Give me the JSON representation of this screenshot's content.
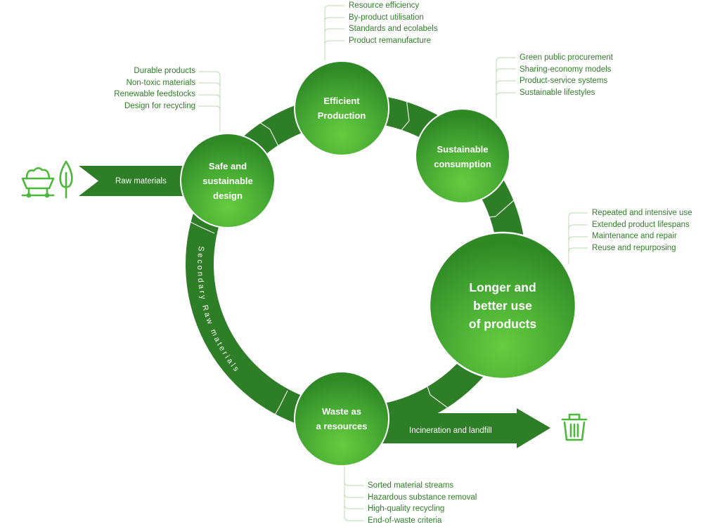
{
  "stages": [
    {
      "id": "design",
      "lines": [
        "Safe and",
        "sustainable",
        "design"
      ]
    },
    {
      "id": "production",
      "lines": [
        "Efficient",
        "Production"
      ]
    },
    {
      "id": "consumption",
      "lines": [
        "Sustainable",
        "consumption"
      ]
    },
    {
      "id": "use",
      "lines": [
        "Longer and",
        "better use",
        "of products"
      ]
    },
    {
      "id": "waste",
      "lines": [
        "Waste as",
        "a resources"
      ]
    }
  ],
  "lists": {
    "production": [
      "Resource efficiency",
      "By-product utilisation",
      "Standards and ecolabels",
      "Product remanufacture"
    ],
    "design": [
      "Durable products",
      "Non-toxic materials",
      "Renewable feedstocks",
      "Design for recycling"
    ],
    "consumption": [
      "Green public procurement",
      "Sharing-economy models",
      "Product-service systems",
      "Sustainable lifestyles"
    ],
    "use": [
      "Repeated and intensive use",
      "Extended product lifespans",
      "Maintenance and repair",
      "Reuse and repurposing"
    ],
    "waste": [
      "Sorted material streams",
      "Hazardous substance removal",
      "High-quality recycling",
      "End-of-waste criteria"
    ]
  },
  "arrows": {
    "input_label": "Raw materials",
    "output_label": "Incineration and landfill",
    "secondary_label": "Secondary Raw materials"
  },
  "icons": {
    "input": [
      "mine-cart-icon",
      "tree-icon"
    ],
    "output": "trash-bin-icon"
  },
  "colors": {
    "ring": "#2e7d27",
    "circle_light": "#5cc43a",
    "circle_dark": "#2f8a26",
    "text_green": "#2f7d27",
    "connector": "#b9d9ad"
  }
}
